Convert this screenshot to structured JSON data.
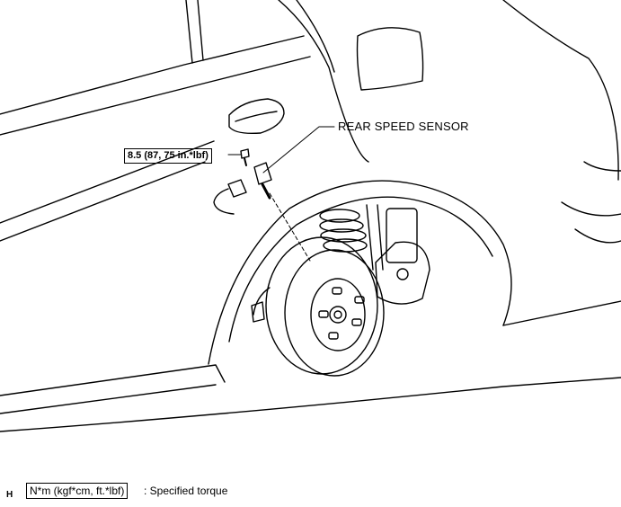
{
  "diagram": {
    "part_label": "REAR SPEED SENSOR",
    "torque_value": "8.5 (87, 75 in.*lbf)",
    "code_letter": "H",
    "legend": {
      "unit_box": "N*m (kgf*cm, ft.*lbf)",
      "description": ": Specified torque"
    }
  }
}
